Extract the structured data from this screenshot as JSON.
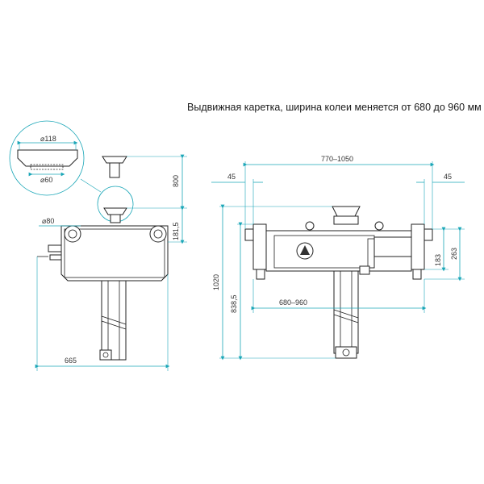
{
  "caption": "Выдвижная каретка, ширина колеи меняется от 680 до 960 мм",
  "dimensions": {
    "d118": "⌀118",
    "d60": "⌀60",
    "d80": "⌀80",
    "h800": "800",
    "h181_5": "181,5",
    "w665": "665",
    "w770_1050": "770–1050",
    "w45_left": "45",
    "w45_right": "45",
    "h1020": "1020",
    "h838_5": "838,5",
    "w680_960": "680–960",
    "h183": "183",
    "h263": "263"
  },
  "colors": {
    "dimension_line": "#1aa6b7",
    "part_outline": "#222222"
  }
}
